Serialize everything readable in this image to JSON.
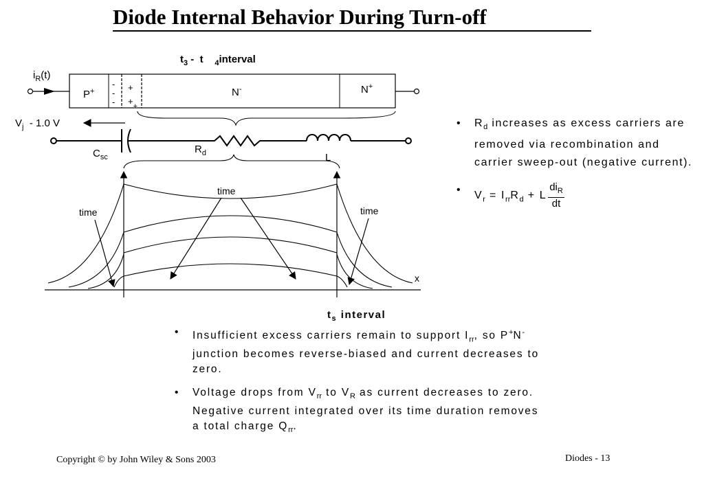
{
  "title": "Diode Internal Behavior During Turn-off",
  "diagram": {
    "interval_top": {
      "t": "t",
      "t_sub": "3",
      "dash": "-",
      "t2": "t",
      "t2_sub": "4",
      "word": "interval"
    },
    "current": {
      "i": "i",
      "sub": "R",
      "arg": "(t)"
    },
    "p_region": {
      "label": "P",
      "sup": "+"
    },
    "n_minus_region": {
      "label": "N",
      "sup": "-"
    },
    "n_plus_region": {
      "label": "N",
      "sup": "+"
    },
    "depletion_signs": {
      "minus": "-",
      "plus": "+"
    },
    "voltage": {
      "v": "V",
      "sub": "j",
      "value": "- 1.0 V"
    },
    "capacitor": {
      "c": "C",
      "sub": "sc"
    },
    "resistor": {
      "r": "R",
      "sub": "d"
    },
    "inductor": {
      "label": "L"
    },
    "time_label": "time",
    "x_label": "x",
    "interval_bottom": {
      "t": "t",
      "sub": "s",
      "word": "interval"
    }
  },
  "right_bullets": {
    "b1": {
      "r": "R",
      "sub": "d",
      "text": " increases as excess carriers are removed via recombination and carrier sweep-out (negative current)."
    },
    "b2": {
      "v": "V",
      "v_sub": "r",
      "eq": " = I",
      "i_sub": "rr",
      "r": "R",
      "r_sub": "d",
      "plus": " + L",
      "num": "di",
      "num_sub": "R",
      "den": "dt"
    }
  },
  "bottom_bullets": {
    "b1": {
      "t1": "Insufficient excess carriers remain to support I",
      "sub1": "rr",
      "t2": ", so P",
      "sup1": "+",
      "t3": "N",
      "sup2": "-",
      "t4": " junction becomes reverse-biased and current decreases to zero."
    },
    "b2": {
      "t1": "Voltage drops from V",
      "sub1": "rr",
      "t2": " to V",
      "sub2": "R",
      "t3": " as current decreases to zero. Negative current integrated over its time duration removes a total charge Q",
      "sub3": "rr",
      "t4": "."
    }
  },
  "footer": {
    "copyright": "Copyright © by John Wiley & Sons 2003",
    "page": "Diodes - 13"
  }
}
